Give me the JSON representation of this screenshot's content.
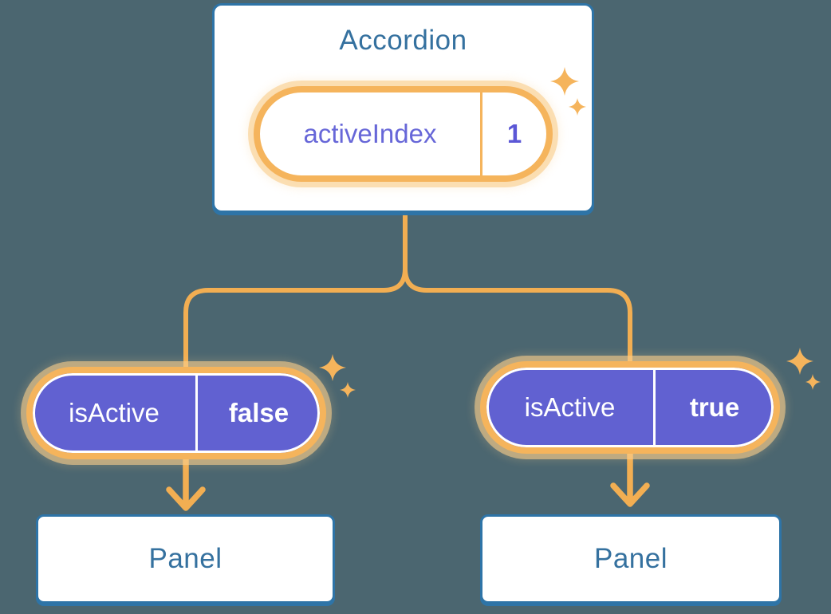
{
  "colors": {
    "background": "#4B6670",
    "card_border_blue": "#2E74A7",
    "heading_text_blue": "#35719F",
    "orange_ring": "#F5B45C",
    "orange_line": "#F2AE52",
    "orange_glow": "#F8CD8A",
    "purple_fill": "#6161D1",
    "purple_text": "#6767D8",
    "white": "#FFFFFF"
  },
  "icons": {
    "sparkle": "✦ four-point sparkle star (orange)",
    "arrow": "↓ orange downward arrow"
  },
  "accordion": {
    "title": "Accordion",
    "state": {
      "name": "activeIndex",
      "value": "1"
    }
  },
  "children": [
    {
      "prop_name": "isActive",
      "prop_value": "false",
      "panel_label": "Panel"
    },
    {
      "prop_name": "isActive",
      "prop_value": "true",
      "panel_label": "Panel"
    }
  ]
}
